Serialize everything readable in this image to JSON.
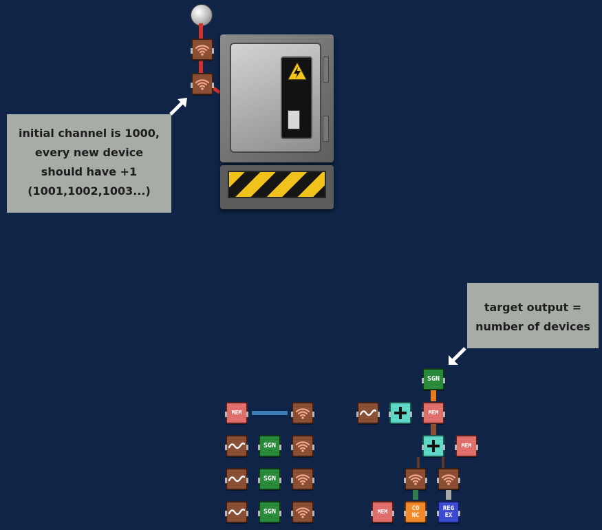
{
  "notes": {
    "channel_note": [
      "initial channel is 1000,",
      "every new device",
      "should have +1",
      "(1001,1002,1003...)"
    ],
    "target_note": [
      "target output =",
      "number of devices"
    ]
  },
  "labels": {
    "mem": "MEM",
    "sgn": "SGN",
    "conc": "CO\nNC",
    "regex": "REG\nEX"
  },
  "colors": {
    "background": "#0f2447",
    "note_bg": "#a7ada6",
    "wire_red": "#d0312d",
    "wire_blue": "#3a7bb5",
    "wire_orange": "#e87a1e",
    "wire_green": "#2f7d4f",
    "wire_grey": "#a9a9a9"
  }
}
